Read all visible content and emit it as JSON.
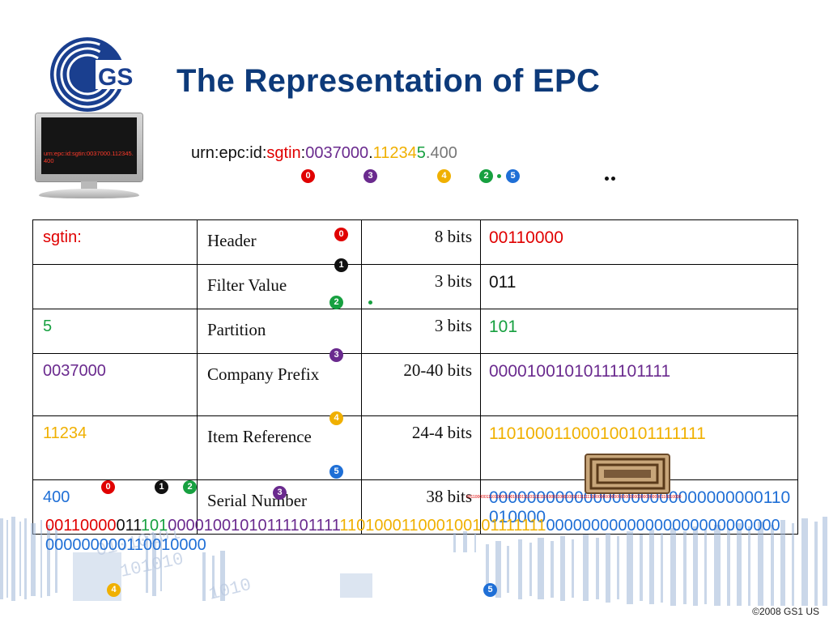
{
  "slide": {
    "title": "The Representation of EPC",
    "logo_text": "GS1",
    "tv_screen_text": "urn:epc:id:sgtin:0037000.112345.400",
    "copyright": "©2008 GS1 US"
  },
  "urn": {
    "prefix": "urn:epc:id:",
    "scheme": "sgtin",
    "colon": ":",
    "company": "0037000",
    "dot1": ".",
    "item": "11234",
    "digit": "5",
    "dot2": ".",
    "serial": "400"
  },
  "markers": {
    "m0": "0",
    "m1": "1",
    "m2": "2",
    "m3": "3",
    "m4": "4",
    "m5": "5"
  },
  "table": {
    "rows": [
      {
        "value": "sgtin:",
        "field": "Header",
        "length": "8 bits",
        "binary": "00110000"
      },
      {
        "value": "",
        "field": "Filter Value",
        "length": "3 bits",
        "binary": "011"
      },
      {
        "value": "5",
        "field": "Partition",
        "length": "3 bits",
        "binary": "101"
      },
      {
        "value": "0037000",
        "field": "Company Prefix",
        "length": "20-40 bits",
        "binary": "00001001010111101111"
      },
      {
        "value": "11234",
        "field": "Item Reference",
        "length": "24-4 bits",
        "binary": "110100011000100101111111"
      },
      {
        "value": "400",
        "field": "Serial Number",
        "length": "38 bits",
        "binary": "00000000000000000000000000000110010000"
      }
    ]
  },
  "bitstring": {
    "header": "00110000",
    "filter": "011",
    "partition": "101",
    "company": "00001001010111101111",
    "item": "110100011000100101111111",
    "serial": "00000000000000000000000000000000000110010000"
  },
  "tiny_line": "00110000011101000010010101111011111101000110001001011111110000000000000000000000000000000110010000",
  "colors": {
    "title": "#0d3a7a",
    "header": "#e00000",
    "filter": "#111111",
    "partition": "#17a040",
    "company": "#6a2a8e",
    "item": "#f0b000",
    "serial": "#1f6fd6"
  }
}
